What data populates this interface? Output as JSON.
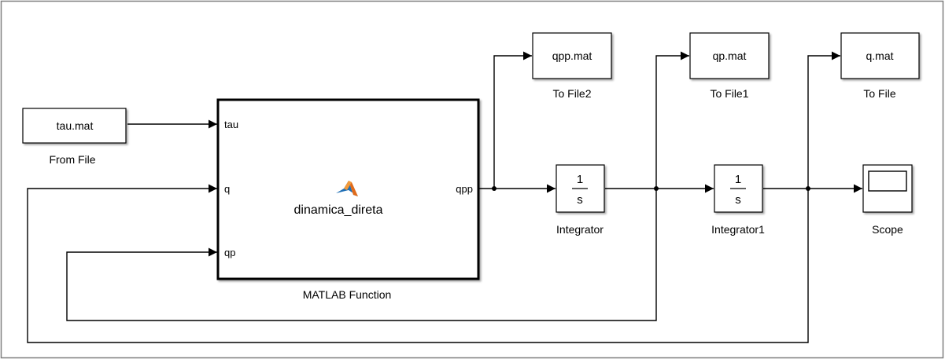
{
  "blocks": {
    "from_file": {
      "content": "tau.mat",
      "label": "From File"
    },
    "matlab_function": {
      "name": "dinamica_direta",
      "label": "MATLAB Function",
      "inputs": [
        "tau",
        "q",
        "qp"
      ],
      "output": "qpp"
    },
    "to_file2": {
      "content": "qpp.mat",
      "label": "To File2"
    },
    "to_file1": {
      "content": "qp.mat",
      "label": "To File1"
    },
    "to_file": {
      "content": "q.mat",
      "label": "To File"
    },
    "integrator": {
      "numerator": "1",
      "denominator": "s",
      "label": "Integrator"
    },
    "integrator1": {
      "numerator": "1",
      "denominator": "s",
      "label": "Integrator1"
    },
    "scope": {
      "label": "Scope"
    }
  },
  "colors": {
    "line": "#000000",
    "block_border": "#000000",
    "frame_border": "#7f7f7f",
    "scope_screen": "#ffffff",
    "matlab_logo_orange": "#e06b1a",
    "matlab_logo_blue": "#1f6fb5"
  }
}
